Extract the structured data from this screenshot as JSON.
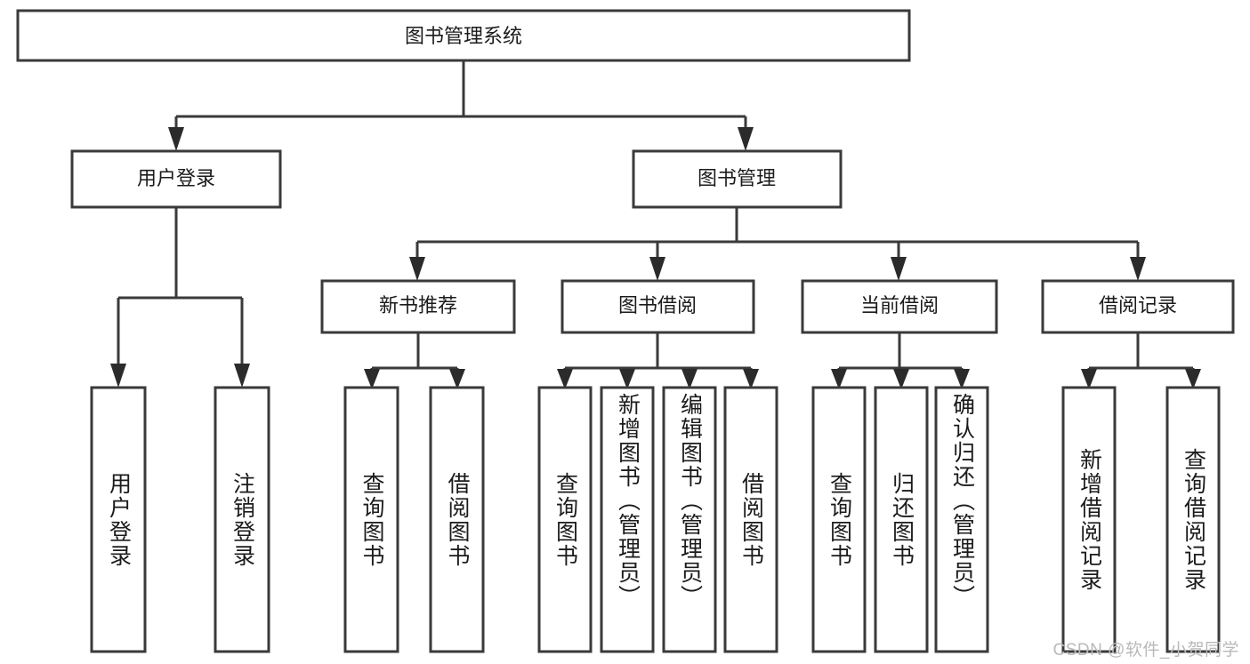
{
  "diagram": {
    "type": "tree-hierarchy-diagram",
    "title": "图书管理系统",
    "colors": {
      "background": "#ffffff",
      "box_stroke": "#3a3a3a",
      "box_fill": "#ffffff",
      "text": "#1b1b1b",
      "connector": "#3a3a3a",
      "watermark": "#b9b9b9"
    },
    "levels": {
      "root": {
        "label": "图书管理系统"
      },
      "level2": [
        {
          "label": "用户登录"
        },
        {
          "label": "图书管理"
        }
      ],
      "level3": [
        {
          "label": "新书推荐"
        },
        {
          "label": "图书借阅"
        },
        {
          "label": "当前借阅"
        },
        {
          "label": "借阅记录"
        }
      ]
    },
    "leaves": {
      "user_login": [
        {
          "label": "用户登录"
        },
        {
          "label": "注销登录"
        }
      ],
      "new_book_recommend": [
        {
          "label": "查询图书"
        },
        {
          "label": "借阅图书"
        }
      ],
      "book_borrow": [
        {
          "label": "查询图书"
        },
        {
          "label": "新增图书（管理员）"
        },
        {
          "label": "编辑图书（管理员）"
        },
        {
          "label": "借阅图书"
        }
      ],
      "current_borrow": [
        {
          "label": "查询图书"
        },
        {
          "label": "归还图书"
        },
        {
          "label": "确认归还（管理员）"
        }
      ],
      "borrow_record": [
        {
          "label": "新增借阅记录"
        },
        {
          "label": "查询借阅记录"
        }
      ]
    },
    "watermark": "CSDN @软件_小贺同学"
  }
}
